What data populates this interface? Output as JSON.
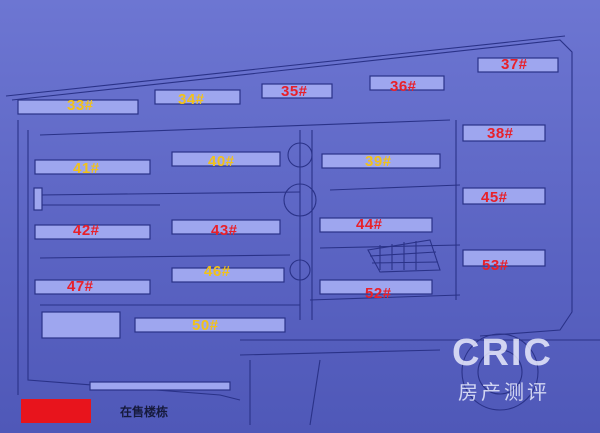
{
  "buildings": [
    {
      "id": "33",
      "label": "33#",
      "on_sale": false
    },
    {
      "id": "34",
      "label": "34#",
      "on_sale": false
    },
    {
      "id": "35",
      "label": "35#",
      "on_sale": true
    },
    {
      "id": "36",
      "label": "36#",
      "on_sale": true
    },
    {
      "id": "37",
      "label": "37#",
      "on_sale": true
    },
    {
      "id": "38",
      "label": "38#",
      "on_sale": true
    },
    {
      "id": "41",
      "label": "41#",
      "on_sale": false
    },
    {
      "id": "40",
      "label": "40#",
      "on_sale": false
    },
    {
      "id": "39",
      "label": "39#",
      "on_sale": false
    },
    {
      "id": "45",
      "label": "45#",
      "on_sale": true
    },
    {
      "id": "42",
      "label": "42#",
      "on_sale": true
    },
    {
      "id": "43",
      "label": "43#",
      "on_sale": true
    },
    {
      "id": "44",
      "label": "44#",
      "on_sale": true
    },
    {
      "id": "53",
      "label": "53#",
      "on_sale": true
    },
    {
      "id": "46",
      "label": "46#",
      "on_sale": false
    },
    {
      "id": "47",
      "label": "47#",
      "on_sale": true
    },
    {
      "id": "52",
      "label": "52#",
      "on_sale": true
    },
    {
      "id": "50",
      "label": "50#",
      "on_sale": false
    }
  ],
  "legend": {
    "label": "在售楼栋",
    "color": "#e8141c"
  },
  "colors": {
    "on_sale": "#e8202a",
    "not_on_sale": "#f2c218"
  },
  "watermark": {
    "brand": "CRIC",
    "sub": "房产测评"
  }
}
